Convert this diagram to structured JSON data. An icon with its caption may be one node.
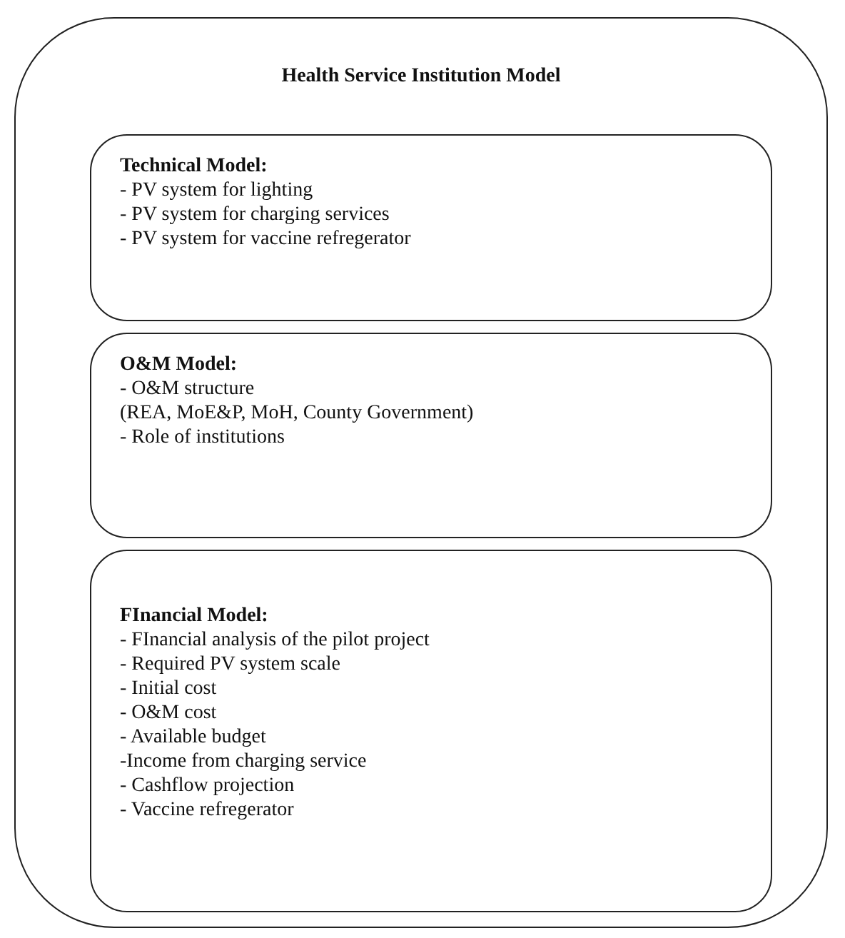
{
  "diagram": {
    "nodes": [
      {
        "text": [
          "Health Service Institution Model"
        ]
      },
      {
        "text": [
          "Technical Model:",
          "- PV system for lighting",
          "- PV system for charging services",
          "- PV system for vaccine refregerator"
        ],
        "in": 0
      },
      {
        "text": [
          "O&M Model:",
          "- O&M structure",
          "(REA, MoE&P, MoH, County Government)",
          "- Role of institutions"
        ],
        "in": 0
      },
      {
        "text": [
          "FInancial Model:",
          "- FInancial analysis of the pilot project",
          "- Required PV system scale",
          "- Initial cost",
          "- O&M cost",
          "- Available budget",
          "-Income from charging service",
          "- Cashflow projection",
          "- Vaccine refregerator"
        ],
        "in": 0
      }
    ]
  }
}
